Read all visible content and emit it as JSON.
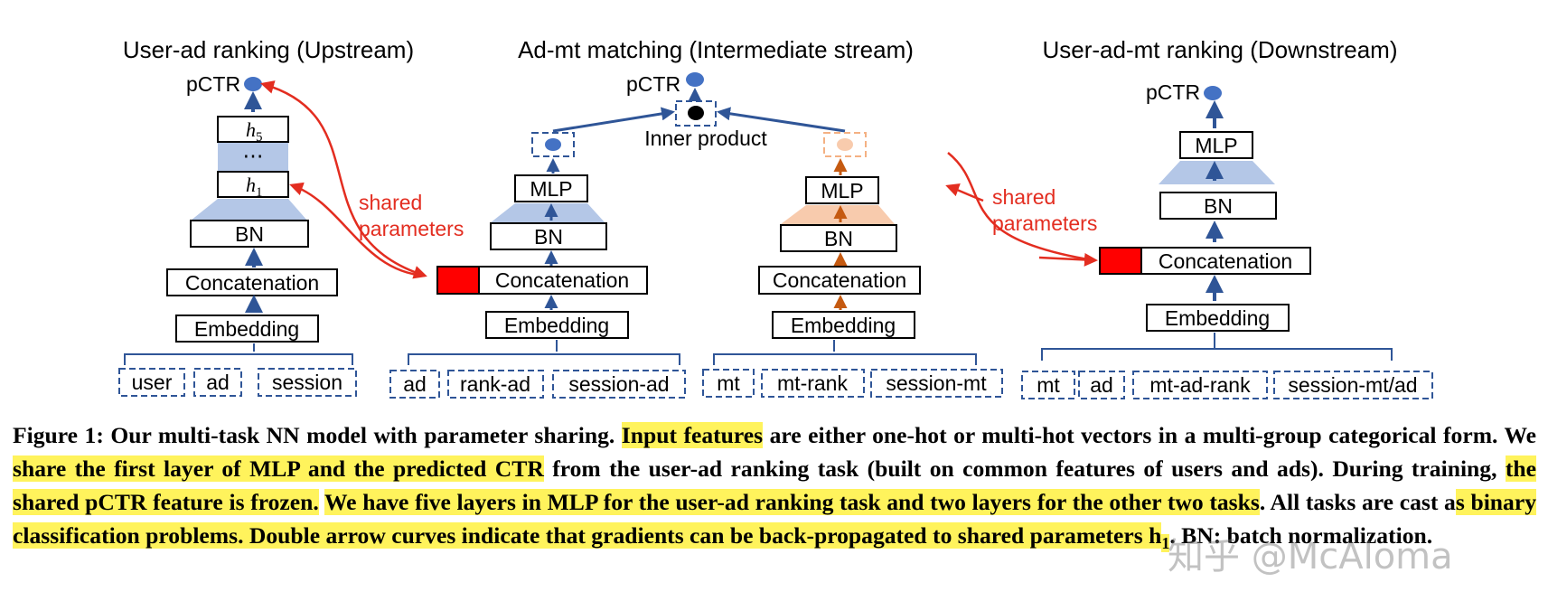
{
  "panels": {
    "upstream": {
      "title": "User-ad ranking (Upstream)",
      "output": "pCTR",
      "h5": "h",
      "h5_sub": "5",
      "dots": "⋯",
      "h1": "h",
      "h1_sub": "1",
      "bn": "BN",
      "concat": "Concatenation",
      "embedding": "Embedding",
      "features": [
        "user",
        "ad",
        "session"
      ]
    },
    "intermediate": {
      "title": "Ad-mt matching (Intermediate stream)",
      "output": "pCTR",
      "inner_product": "Inner product",
      "left": {
        "mlp": "MLP",
        "bn": "BN",
        "concat": "Concatenation",
        "embedding": "Embedding",
        "features": [
          "ad",
          "rank-ad",
          "session-ad"
        ]
      },
      "right": {
        "mlp": "MLP",
        "bn": "BN",
        "concat": "Concatenation",
        "embedding": "Embedding",
        "features": [
          "mt",
          "mt-rank",
          "session-mt"
        ]
      }
    },
    "downstream": {
      "title": "User-ad-mt ranking (Downstream)",
      "output": "pCTR",
      "mlp": "MLP",
      "bn": "BN",
      "concat": "Concatenation",
      "embedding": "Embedding",
      "features": [
        "mt",
        "ad",
        "mt-ad-rank",
        "session-mt/ad"
      ]
    }
  },
  "shared_labels": {
    "left": [
      "shared",
      "parameters"
    ],
    "right": [
      "shared",
      "parameters"
    ]
  },
  "colors": {
    "arrow_blue": "#2f5597",
    "arrow_orange": "#c55a11",
    "node_blue": "#4472c4",
    "node_orange": "#f4b183",
    "trapezoid_blue": "#b4c7e7",
    "trapezoid_orange": "#f8cbad",
    "shared_red": "#e32d20",
    "shared_block": "#ff0000",
    "highlight": "#fff35c"
  },
  "caption": {
    "segments": [
      {
        "text": "Figure 1: Our multi-task NN model with parameter sharing. ",
        "hl": false
      },
      {
        "text": "Input features",
        "hl": true
      },
      {
        "text": " are either one-hot or multi-hot vectors in a multi-group categorical form. We ",
        "hl": false
      },
      {
        "text": "share the first layer of MLP and the predicted CTR",
        "hl": true
      },
      {
        "text": " from the user-ad ranking task (built on common features of users and ads). During training, ",
        "hl": false
      },
      {
        "text": "the shared pCTR feature is frozen.",
        "hl": true
      },
      {
        "text": " ",
        "hl": false
      },
      {
        "text": "We have five layers in MLP for the user-ad ranking task and two layers for the other two tasks",
        "hl": true
      },
      {
        "text": ". All tasks are cast a",
        "hl": false
      },
      {
        "text": "s binary classification problems. Double arrow curves indicate that gradients can be back-propagated to shared parameters h",
        "hl": true
      },
      {
        "text": "1",
        "hl": true,
        "sub": true
      },
      {
        "text": ". BN: batch normalization.",
        "hl": false
      }
    ]
  },
  "watermark": "知乎 @McAloma"
}
